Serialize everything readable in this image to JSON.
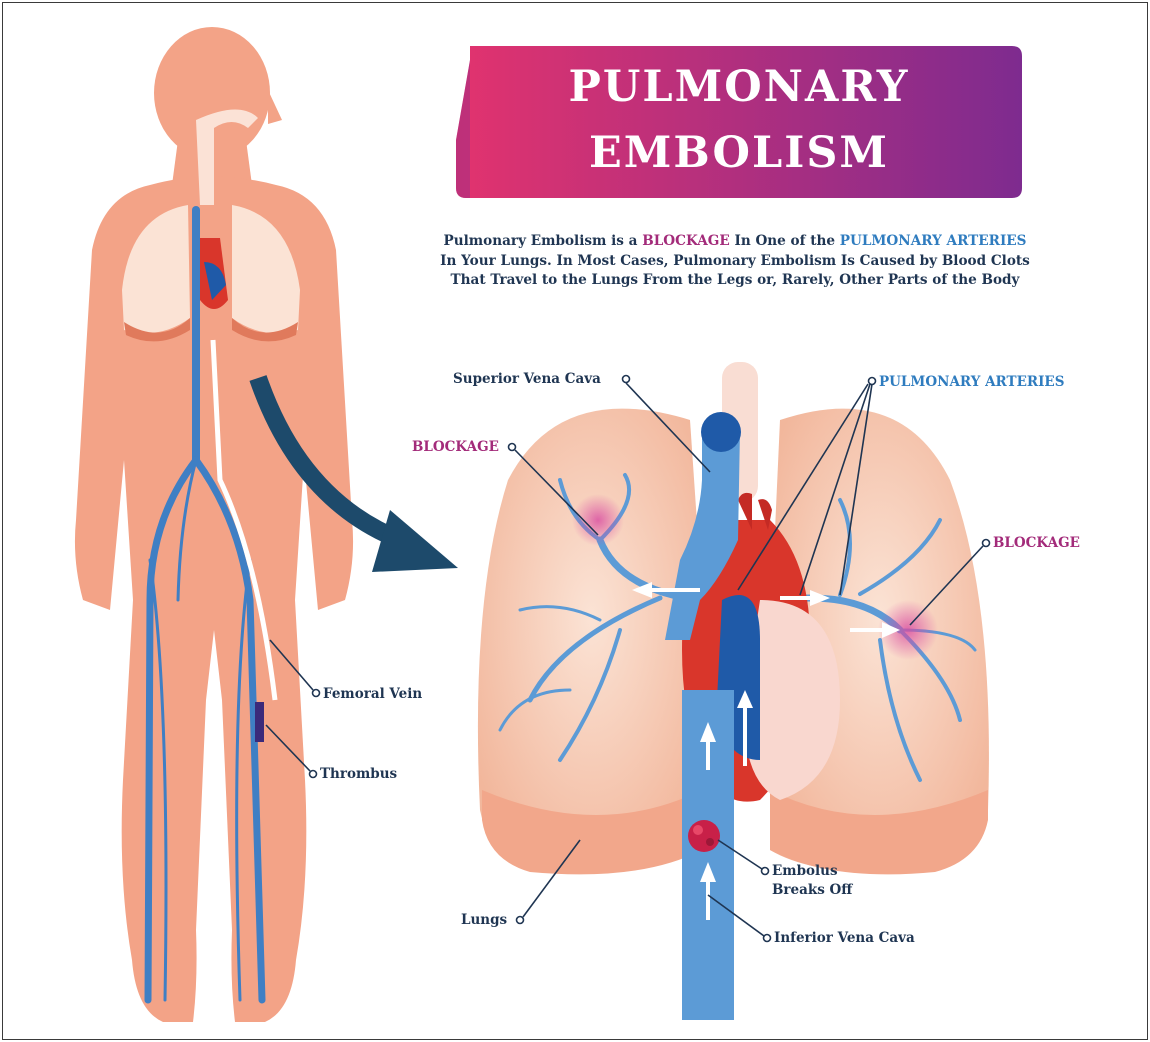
{
  "title": {
    "line1": "PULMONARY",
    "line2": "EMBOLISM"
  },
  "description": {
    "p1": "Pulmonary Embolism is a ",
    "blockage": "BLOCKAGE",
    "p2": " In One of the ",
    "pulmonary_arteries": "PULMONARY ARTERIES",
    "p3": " In Your Lungs. In Most Cases, Pulmonary Embolism Is Caused by Blood Clots That Travel to the Lungs From the Legs or, Rarely, Other Parts of the Body"
  },
  "labels": {
    "superior_vena_cava": "Superior Vena Cava",
    "pulmonary_arteries": "PULMONARY ARTERIES",
    "blockage_left": "BLOCKAGE",
    "blockage_right": "BLOCKAGE",
    "femoral_vein": "Femoral Vein",
    "thrombus": "Thrombus",
    "embolus_line1": "Embolus",
    "embolus_line2": "Breaks Off",
    "lungs": "Lungs",
    "inferior_vena_cava": "Inferior Vena Cava"
  },
  "colors": {
    "skin": "#f3a387",
    "lung": "#f7d4c0",
    "vein": "#3f7fc4",
    "artery": "#d9362b",
    "title_gradient_start": "#e2336e",
    "title_gradient_end": "#7e2b8f",
    "dark_arrow": "#1d4a6b",
    "label_text": "#1f3552",
    "magenta": "#a32b7a",
    "blue_text": "#2f7cbf"
  }
}
